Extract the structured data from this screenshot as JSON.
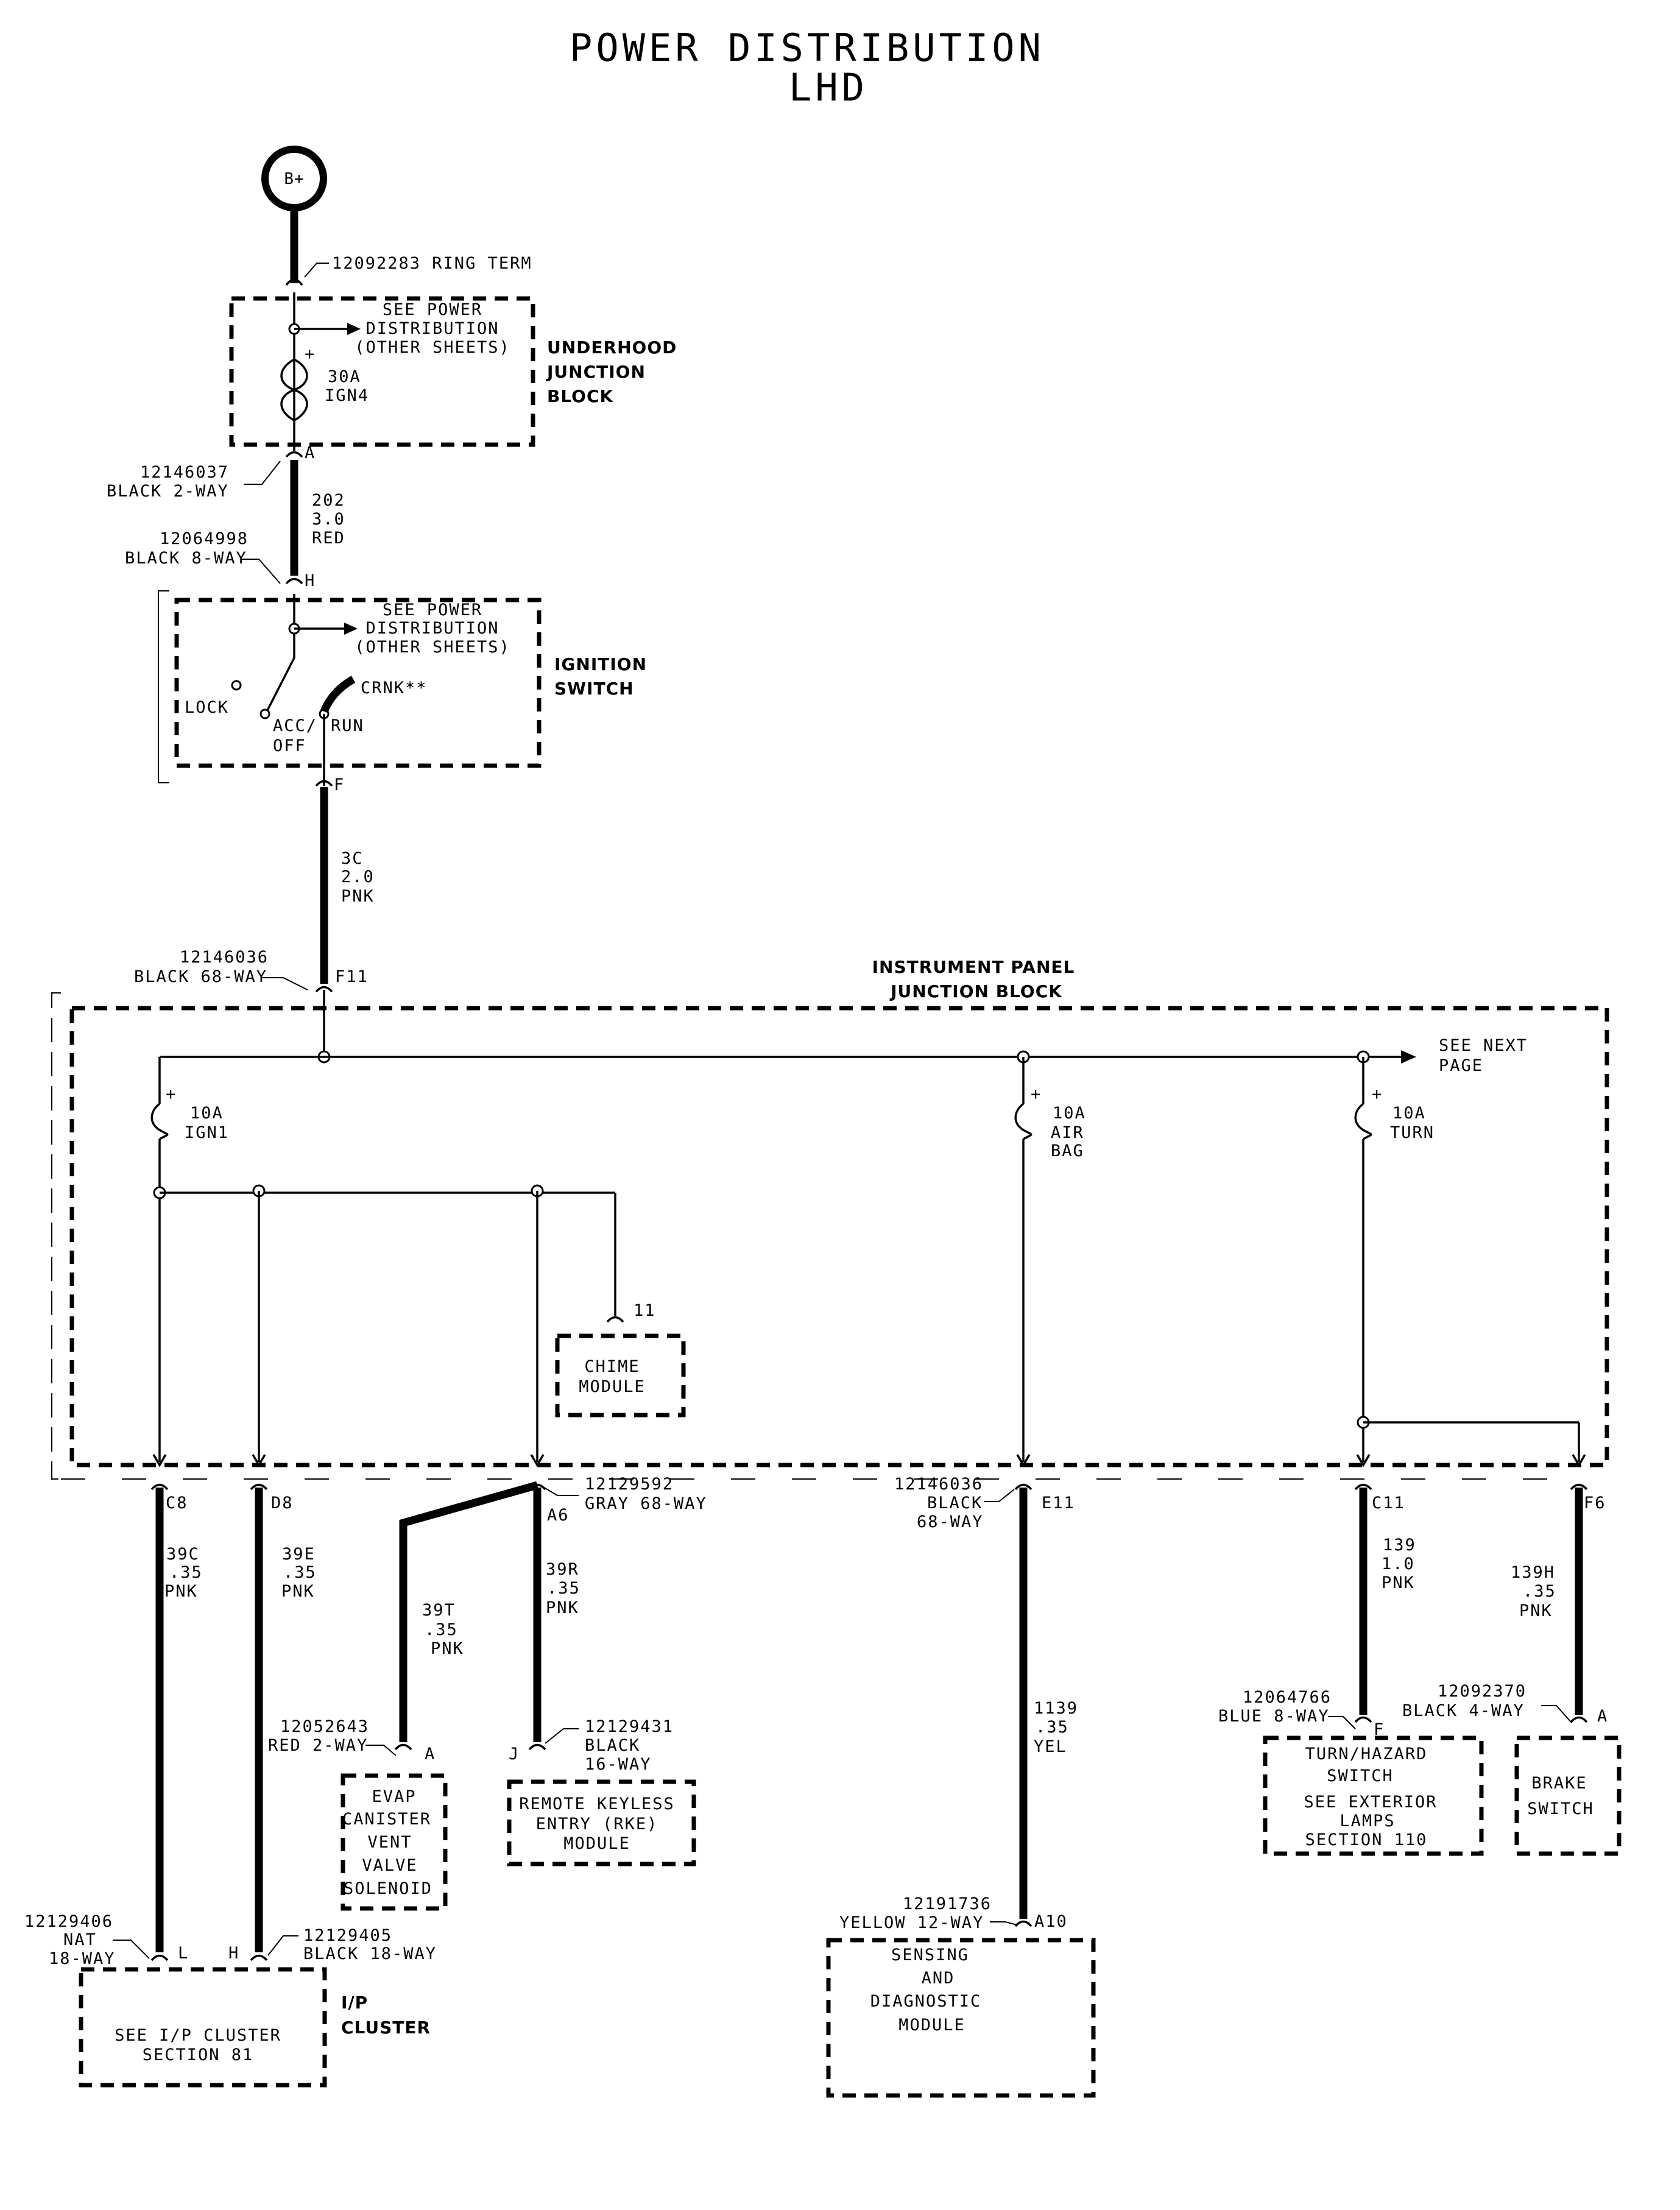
{
  "title": {
    "line1": "POWER DISTRIBUTION",
    "line2": "LHD"
  },
  "battery": {
    "label": "B+"
  },
  "ring_term": {
    "label": "12092283  RING TERM"
  },
  "underhood": {
    "name_lines": [
      "UNDERHOOD",
      "JUNCTION",
      "BLOCK"
    ],
    "see_power": [
      "SEE POWER",
      "DISTRIBUTION",
      "(OTHER SHEETS)"
    ],
    "fuse": [
      "30A",
      "IGN4"
    ],
    "plus": "+",
    "pin_out": "A"
  },
  "conn_12146037": {
    "lines": [
      "12146037",
      "BLACK 2-WAY"
    ]
  },
  "wire_202": {
    "lines": [
      "202",
      "3.0",
      "RED"
    ]
  },
  "conn_12064998": {
    "lines": [
      "12064998",
      "BLACK 8-WAY"
    ]
  },
  "ignition": {
    "name_lines": [
      "IGNITION",
      "SWITCH"
    ],
    "pin_in": "H",
    "see_power": [
      "SEE POWER",
      "DISTRIBUTION",
      "(OTHER SHEETS)"
    ],
    "lock": "LOCK",
    "acc_off": [
      "ACC/",
      "OFF"
    ],
    "run": "RUN",
    "crnk": "CRNK**",
    "pin_out": "F"
  },
  "wire_3c": {
    "lines": [
      "3C",
      "2.0",
      "PNK"
    ]
  },
  "conn_12146036_top": {
    "lines": [
      "12146036",
      "BLACK 68-WAY"
    ],
    "pin": "F11"
  },
  "ipjb": {
    "name_lines": [
      "INSTRUMENT PANEL",
      "JUNCTION BLOCK"
    ],
    "see_next": [
      "SEE NEXT",
      "PAGE"
    ],
    "fuse_ign1": [
      "10A",
      "IGN1"
    ],
    "fuse_airbag": [
      "10A",
      "AIR",
      "BAG"
    ],
    "fuse_turn": [
      "10A",
      "TURN"
    ],
    "plus": "+",
    "chime_pin": "11",
    "chime": [
      "CHIME",
      "MODULE"
    ]
  },
  "pins": {
    "c8": "C8",
    "d8": "D8",
    "a6": "A6",
    "e11": "E11",
    "c11": "C11",
    "f6": "F6"
  },
  "conn_12129592": {
    "lines": [
      "12129592",
      "GRAY 68-WAY"
    ]
  },
  "conn_12146036_bottom": {
    "lines": [
      "12146036",
      "BLACK",
      "68-WAY"
    ]
  },
  "wire_39c": {
    "lines": [
      "39C",
      ".35",
      "PNK"
    ]
  },
  "wire_39e": {
    "lines": [
      "39E",
      ".35",
      "PNK"
    ]
  },
  "wire_39t": {
    "lines": [
      "39T",
      ".35",
      "PNK"
    ]
  },
  "wire_39r": {
    "lines": [
      "39R",
      ".35",
      "PNK"
    ]
  },
  "wire_1139": {
    "lines": [
      "1139",
      ".35",
      "YEL"
    ]
  },
  "wire_139": {
    "lines": [
      "139",
      "1.0",
      "PNK"
    ]
  },
  "wire_139h": {
    "lines": [
      "139H",
      ".35",
      "PNK"
    ]
  },
  "conn_12052643": {
    "lines": [
      "12052643",
      "RED 2-WAY"
    ],
    "pin": "A"
  },
  "conn_12129431": {
    "lines": [
      "12129431",
      "BLACK",
      "16-WAY"
    ],
    "pin": "J"
  },
  "conn_12064766": {
    "lines": [
      "12064766",
      "BLUE 8-WAY"
    ],
    "pin": "F"
  },
  "conn_12092370": {
    "lines": [
      "12092370",
      "BLACK 4-WAY"
    ],
    "pin": "A"
  },
  "conn_12129406": {
    "lines": [
      "12129406",
      "NAT",
      "18-WAY"
    ],
    "pin": "L"
  },
  "conn_12129405": {
    "lines": [
      "12129405",
      "BLACK 18-WAY"
    ],
    "pin": "H"
  },
  "conn_12191736": {
    "lines": [
      "12191736",
      "YELLOW 12-WAY"
    ],
    "pin": "A10"
  },
  "evap": {
    "lines": [
      "EVAP",
      "CANISTER",
      "VENT",
      "VALVE",
      "SOLENOID"
    ]
  },
  "rke": {
    "lines": [
      "REMOTE KEYLESS",
      "ENTRY (RKE)",
      "MODULE"
    ]
  },
  "sdm": {
    "lines": [
      "SENSING",
      "AND",
      "DIAGNOSTIC",
      "MODULE"
    ]
  },
  "turn_hazard": {
    "lines": [
      "TURN/HAZARD",
      "SWITCH",
      "SEE EXTERIOR",
      "LAMPS",
      "SECTION 110"
    ]
  },
  "brake": {
    "lines": [
      "BRAKE",
      "SWITCH"
    ]
  },
  "ip_cluster": {
    "lines": [
      "SEE I/P CLUSTER",
      "SECTION 81"
    ],
    "name_lines": [
      "I/P",
      "CLUSTER"
    ]
  }
}
